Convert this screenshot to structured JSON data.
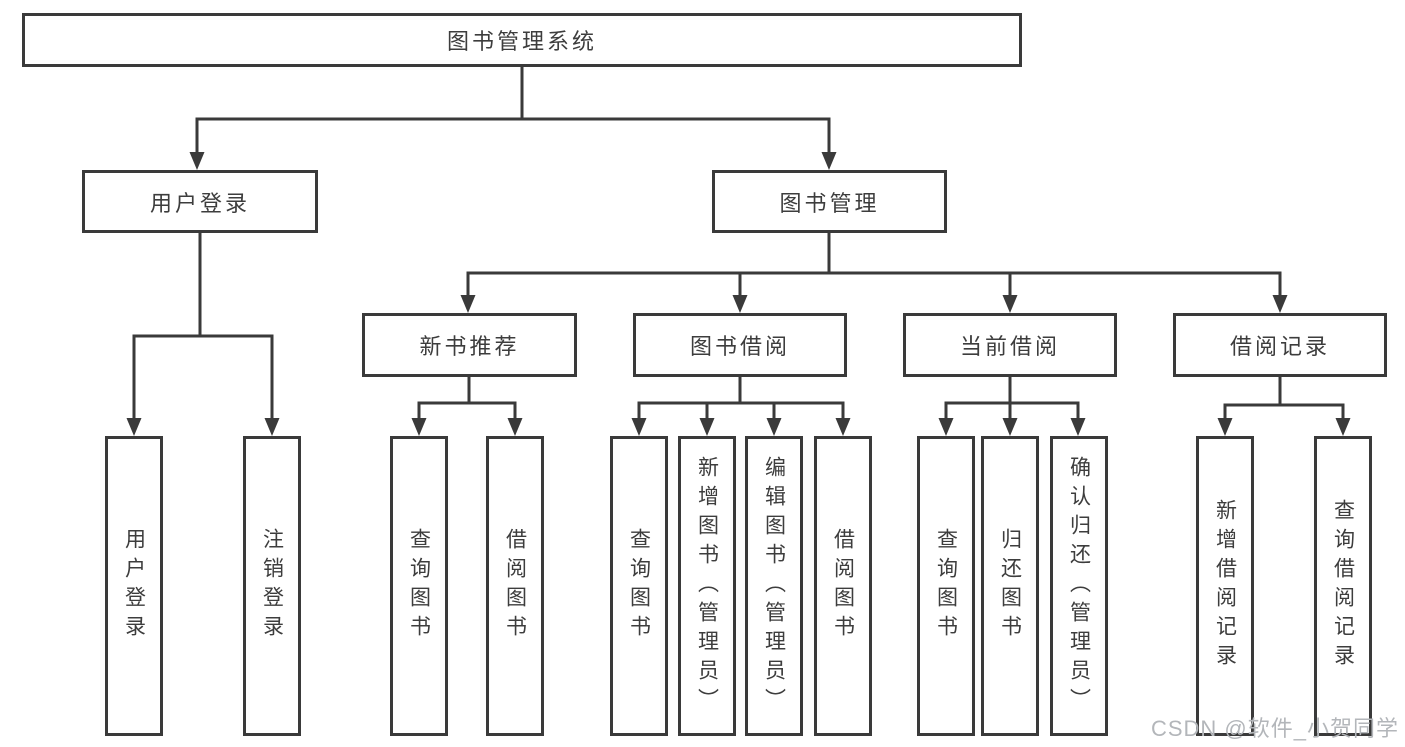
{
  "diagram_type": "functional-structure-tree",
  "tree": {
    "label": "图书管理系统",
    "children": [
      {
        "label": "用户登录",
        "children": [
          {
            "label": "用户登录"
          },
          {
            "label": "注销登录"
          }
        ]
      },
      {
        "label": "图书管理",
        "children": [
          {
            "label": "新书推荐",
            "children": [
              {
                "label": "查询图书"
              },
              {
                "label": "借阅图书"
              }
            ]
          },
          {
            "label": "图书借阅",
            "children": [
              {
                "label": "查询图书"
              },
              {
                "label": "新增图书（管理员）"
              },
              {
                "label": "编辑图书（管理员）"
              },
              {
                "label": "借阅图书"
              }
            ]
          },
          {
            "label": "当前借阅",
            "children": [
              {
                "label": "查询图书"
              },
              {
                "label": "归还图书"
              },
              {
                "label": "确认归还（管理员）"
              }
            ]
          },
          {
            "label": "借阅记录",
            "children": [
              {
                "label": "新增借阅记录"
              },
              {
                "label": "查询借阅记录"
              }
            ]
          }
        ]
      }
    ]
  },
  "watermark": {
    "text": "CSDN @软件_小贺同学",
    "color": "#b3b6ba"
  },
  "colors": {
    "line": "#3a3a3a",
    "box_border": "#3a3a3a",
    "box_fill": "#ffffff",
    "text": "#3d3d3d",
    "background": "#ffffff"
  }
}
